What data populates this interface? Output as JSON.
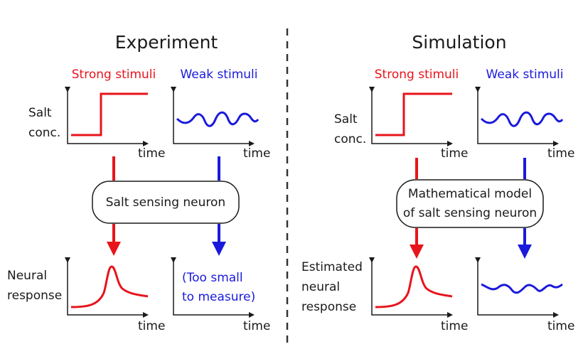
{
  "left": {
    "title": "Experiment",
    "strong_label": "Strong stimuli",
    "weak_label": "Weak stimuli",
    "input_ylabel": [
      "Salt",
      "conc."
    ],
    "time_label": "time",
    "neuron_box": [
      "Salt sensing neuron"
    ],
    "response_ylabel": [
      "Neural",
      "response"
    ],
    "too_small": [
      "(Too small",
      "to measure)"
    ]
  },
  "right": {
    "title": "Simulation",
    "strong_label": "Strong stimuli",
    "weak_label": "Weak stimuli",
    "input_ylabel": [
      "Salt",
      "conc."
    ],
    "time_label": "time",
    "neuron_box": [
      "Mathematical model",
      "of salt sensing neuron"
    ],
    "response_ylabel": [
      "Estimated",
      "neural",
      "response"
    ]
  },
  "colors": {
    "strong": "#e8141c",
    "weak": "#1a1adc",
    "axis": "#1a1a1a",
    "divider": "#333333"
  }
}
